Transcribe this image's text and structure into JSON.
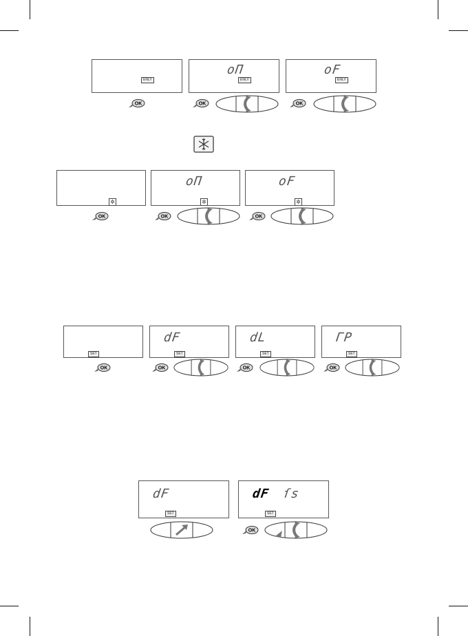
{
  "mode_label": "ENLY",
  "ok_label": "OK",
  "set_label": "SET",
  "icons": [
    "snowflake-icon",
    "ok-button-icon",
    "rotary-dial-icon",
    "arrow-icon"
  ],
  "row1": {
    "displays": [
      "",
      "oП",
      "oF"
    ]
  },
  "row2": {
    "displays": [
      "",
      "oП",
      "oF"
    ]
  },
  "row3": {
    "displays": [
      "",
      "dF",
      "dL",
      "ГP"
    ]
  },
  "row4": {
    "displays": [
      "dF",
      "dF"
    ],
    "secondary_value": "ſs"
  }
}
